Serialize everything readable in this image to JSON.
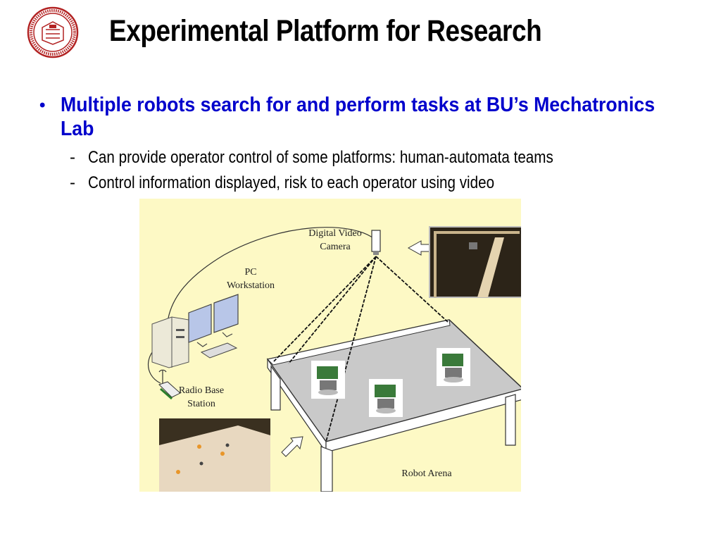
{
  "slide": {
    "title": "Experimental Platform for Research",
    "bullet": "Multiple robots search for and perform tasks at BU’s Mechatronics Lab",
    "subbullets": [
      "Can provide operator control of some platforms: human-automata teams",
      "Control information displayed, risk to each operator using video"
    ]
  },
  "diagram": {
    "camera_label_1": "Digital Video",
    "camera_label_2": "Camera",
    "pc_label_1": "PC",
    "pc_label_2": "Workstation",
    "radio_label_1": "Radio Base",
    "radio_label_2": "Station",
    "arena_label": "Robot Arena"
  },
  "colors": {
    "title": "#000000",
    "bullet": "#0000cc",
    "diagram_bg": "#fdf9c5",
    "seal": "#b22222"
  }
}
